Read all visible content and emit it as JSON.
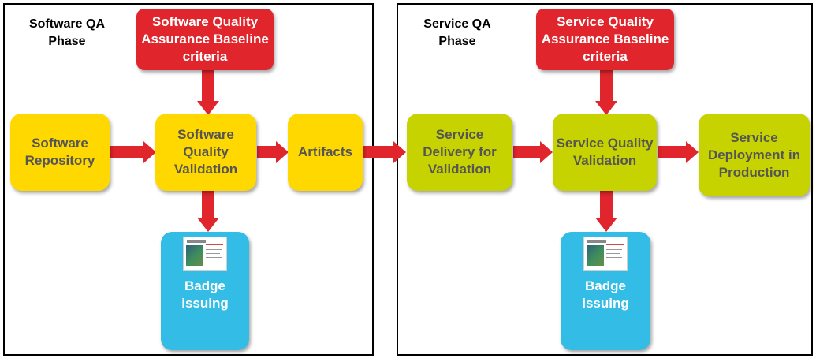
{
  "software_phase": {
    "label": "Software QA\nPhase",
    "baseline": "Software Quality Assurance Baseline criteria",
    "repository": "Software Repository",
    "validation": "Software Quality Validation",
    "artifacts": "Artifacts",
    "badge": "Badge issuing"
  },
  "service_phase": {
    "label": "Service QA\nPhase",
    "baseline": "Service Quality Assurance Baseline criteria",
    "delivery": "Service Delivery for Validation",
    "validation": "Service Quality Validation",
    "deployment": "Service Deployment in Production",
    "badge": "Badge issuing"
  },
  "colors": {
    "red": "#e0262c",
    "yellow": "#ffd800",
    "green": "#c7d300",
    "blue": "#33bde6",
    "arrow": "#e0262c"
  }
}
